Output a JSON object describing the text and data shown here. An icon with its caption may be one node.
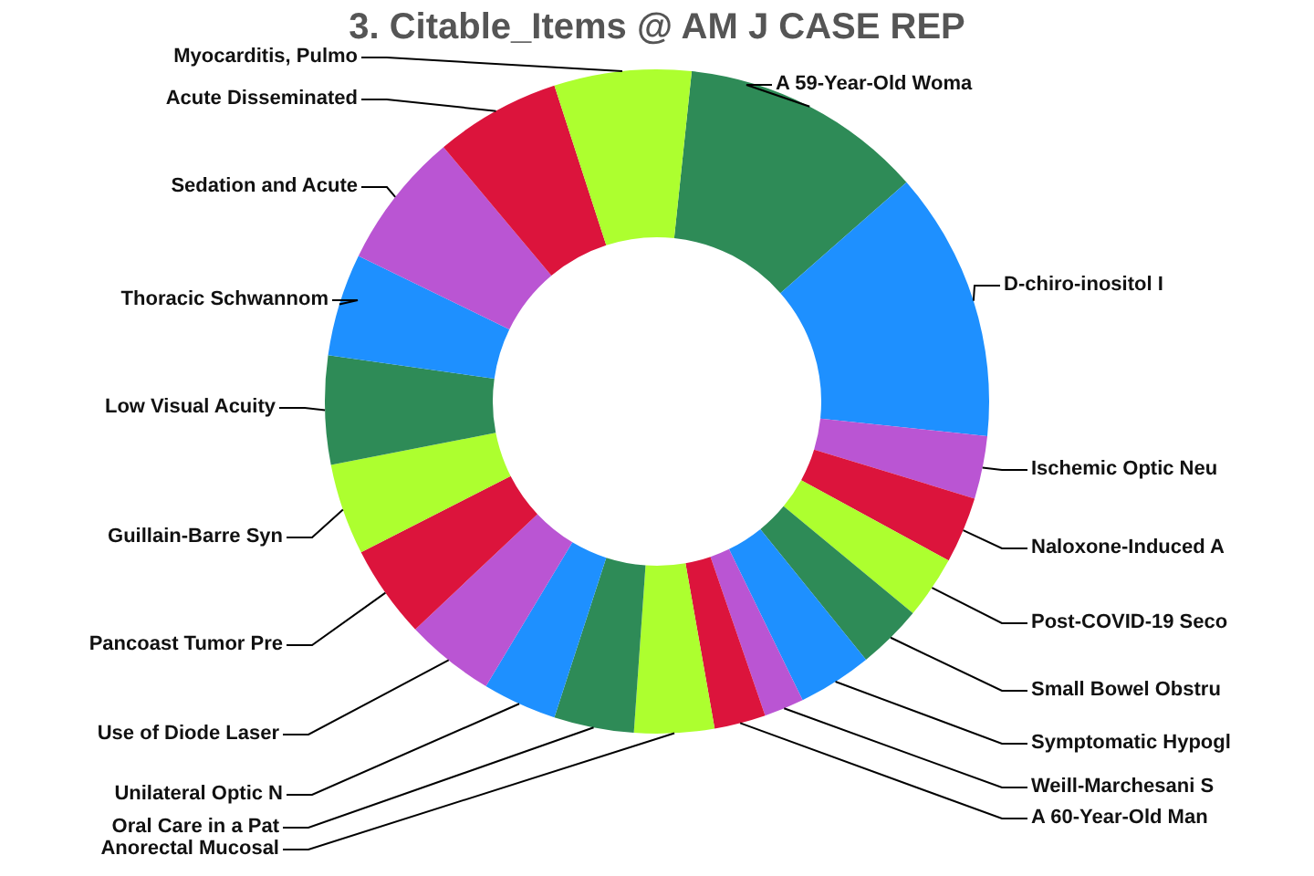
{
  "diagram": {
    "title": "3. Citable_Items @ AM J CASE REP",
    "nodes": [
      {
        "text": [
          "A 59-Year-Old Woma"
        ]
      },
      {
        "text": [
          "D-chiro-inositol I"
        ]
      },
      {
        "text": [
          "Ischemic Optic Neu"
        ]
      },
      {
        "text": [
          "Naloxone-Induced A"
        ]
      },
      {
        "text": [
          "Post-COVID-19 Seco"
        ]
      },
      {
        "text": [
          "Small Bowel Obstru"
        ]
      },
      {
        "text": [
          "Symptomatic Hypogl"
        ]
      },
      {
        "text": [
          "Weill-Marchesani S"
        ]
      },
      {
        "text": [
          "A 60-Year-Old Man"
        ]
      },
      {
        "text": [
          "Anorectal Mucosal"
        ]
      },
      {
        "text": [
          "Oral Care in a Pat"
        ]
      },
      {
        "text": [
          "Unilateral Optic N"
        ]
      },
      {
        "text": [
          "Use of Diode Laser"
        ]
      },
      {
        "text": [
          "Pancoast Tumor Pre"
        ]
      },
      {
        "text": [
          "Guillain-Barre Syn"
        ]
      },
      {
        "text": [
          "Low Visual Acuity"
        ]
      },
      {
        "text": [
          "Thoracic Schwannom"
        ]
      },
      {
        "text": [
          "Sedation and Acute"
        ]
      },
      {
        "text": [
          "Acute Disseminated"
        ]
      },
      {
        "text": [
          "Myocarditis, Pulmo"
        ]
      },
      {
        "text": [],
        "shape": "slice"
      },
      {
        "text": [],
        "shape": "slice"
      },
      {
        "text": [],
        "shape": "slice"
      },
      {
        "text": [],
        "shape": "slice"
      },
      {
        "text": [],
        "shape": "slice"
      },
      {
        "text": [],
        "shape": "slice"
      },
      {
        "text": [],
        "shape": "slice"
      },
      {
        "text": [],
        "shape": "slice"
      },
      {
        "text": [],
        "shape": "slice"
      },
      {
        "text": [],
        "shape": "slice"
      },
      {
        "text": [],
        "shape": "slice"
      },
      {
        "text": [],
        "shape": "slice"
      },
      {
        "text": [],
        "shape": "slice"
      },
      {
        "text": [],
        "shape": "slice"
      },
      {
        "text": [],
        "shape": "slice"
      },
      {
        "text": [],
        "shape": "slice"
      },
      {
        "text": [],
        "shape": "slice"
      },
      {
        "text": [],
        "shape": "slice"
      },
      {
        "text": [],
        "shape": "slice"
      },
      {
        "text": [],
        "shape": "slice"
      }
    ],
    "edges": [
      {
        "from": 0,
        "to": 20,
        "arrow": "none"
      },
      {
        "from": 1,
        "to": 21,
        "arrow": "none"
      },
      {
        "from": 2,
        "to": 22,
        "arrow": "none"
      },
      {
        "from": 3,
        "to": 23,
        "arrow": "none"
      },
      {
        "from": 4,
        "to": 24,
        "arrow": "none"
      },
      {
        "from": 5,
        "to": 25,
        "arrow": "none"
      },
      {
        "from": 6,
        "to": 26,
        "arrow": "none"
      },
      {
        "from": 7,
        "to": 27,
        "arrow": "none"
      },
      {
        "from": 8,
        "to": 28,
        "arrow": "none"
      },
      {
        "from": 9,
        "to": 29,
        "arrow": "none"
      },
      {
        "from": 10,
        "to": 30,
        "arrow": "none"
      },
      {
        "from": 11,
        "to": 31,
        "arrow": "none"
      },
      {
        "from": 12,
        "to": 32,
        "arrow": "none"
      },
      {
        "from": 13,
        "to": 33,
        "arrow": "none"
      },
      {
        "from": 14,
        "to": 34,
        "arrow": "none"
      },
      {
        "from": 15,
        "to": 35,
        "arrow": "none"
      },
      {
        "from": 16,
        "to": 36,
        "arrow": "none"
      },
      {
        "from": 17,
        "to": 37,
        "arrow": "none"
      },
      {
        "from": 18,
        "to": 38,
        "arrow": "none"
      },
      {
        "from": 19,
        "to": 39,
        "arrow": "none"
      }
    ]
  }
}
